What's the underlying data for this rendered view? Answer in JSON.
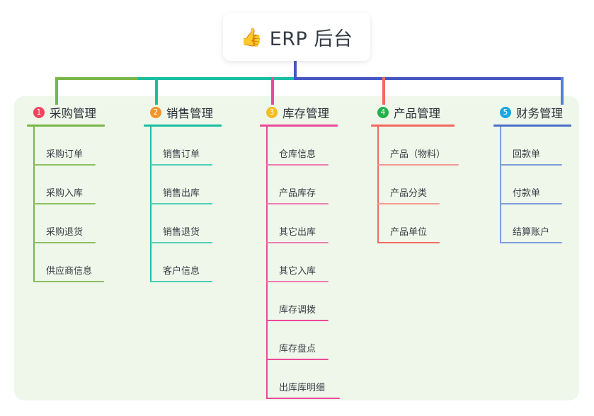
{
  "diagram": {
    "type": "mindmap",
    "title": "ERP 后台",
    "root": {
      "icon": "thumbs-up-icon",
      "emoji": "👍",
      "label": "ERP 后台"
    },
    "panel_color": "#eef7e9",
    "branches": [
      {
        "index": "1",
        "title": "采购管理",
        "badge_color": "#f0455f",
        "line_color": "#7ab648",
        "items": [
          "采购订单",
          "采购入库",
          "采购退货",
          "供应商信息"
        ]
      },
      {
        "index": "2",
        "title": "销售管理",
        "badge_color": "#f59324",
        "line_color": "#18bfa2",
        "items": [
          "销售订单",
          "销售出库",
          "销售退货",
          "客户信息"
        ]
      },
      {
        "index": "3",
        "title": "库存管理",
        "badge_color": "#f5bd1f",
        "line_color": "#ec4899",
        "items": [
          "仓库信息",
          "产品库存",
          "其它出库",
          "其它入库",
          "库存调拨",
          "库存盘点",
          "出库库明细"
        ]
      },
      {
        "index": "4",
        "title": "产品管理",
        "badge_color": "#22b14c",
        "line_color": "#f4685f",
        "items": [
          "产品（物料）",
          "产品分类",
          "产品单位"
        ]
      },
      {
        "index": "5",
        "title": "财务管理",
        "badge_color": "#1aa7e0",
        "line_color": "#5a7fd4",
        "items": [
          "回款单",
          "付款单",
          "结算账户"
        ]
      }
    ],
    "connector": {
      "root_stem_color": "#4656c4",
      "segment_colors": [
        "#7ab648",
        "#18bfa2",
        "#4656c4",
        "#4656c4"
      ]
    }
  }
}
